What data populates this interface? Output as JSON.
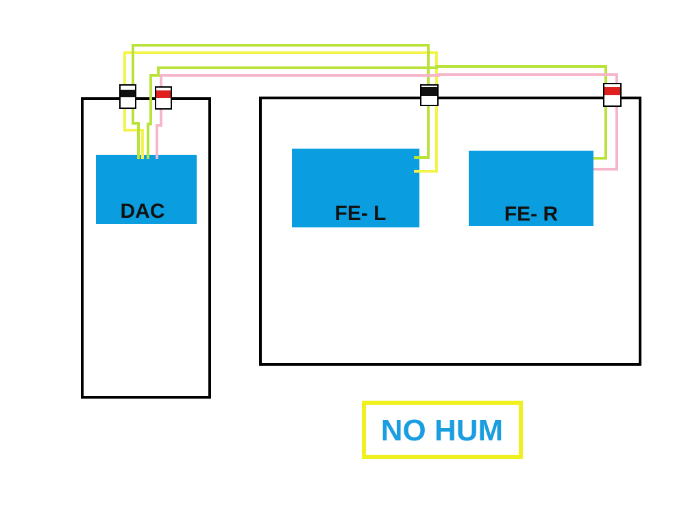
{
  "labels": {
    "dac": "DAC",
    "fe_left": "FE- L",
    "fe_right": "FE- R",
    "status": "NO HUM"
  },
  "colors": {
    "enclosure_stroke": "#000000",
    "module_fill": "#0a9ee0",
    "wire_green": "#b9e23a",
    "wire_yellow": "#f3f34a",
    "wire_pink": "#f4b6c8",
    "jack_black": "#111111",
    "jack_red": "#e01f1f",
    "badge_border": "#f0f01e",
    "badge_text": "#1a9ee0"
  }
}
